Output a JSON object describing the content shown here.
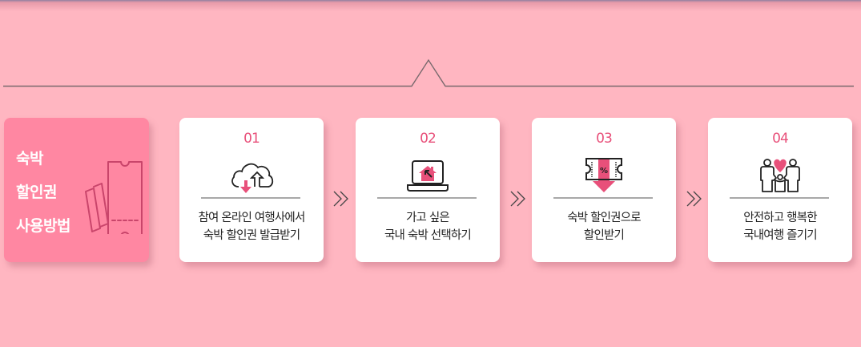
{
  "colors": {
    "background": "#ffb6c1",
    "intro_card": "#ff87a2",
    "accent": "#e8507a",
    "card": "#ffffff",
    "rule": "#a8a8a8",
    "divider": "#7a6a6e"
  },
  "intro": {
    "title_lines": [
      "숙박",
      "할인권",
      "사용방법"
    ],
    "icon": "ticket-icon"
  },
  "steps": [
    {
      "number": "01",
      "icon": "cloud-download-icon",
      "lines": [
        "참여 온라인 여행사에서",
        "숙박 할인권 발급받기"
      ]
    },
    {
      "number": "02",
      "icon": "laptop-house-icon",
      "lines": [
        "가고 싶은",
        "국내 숙박 선택하기"
      ]
    },
    {
      "number": "03",
      "icon": "coupon-discount-icon",
      "lines": [
        "숙박 할인권으로",
        "할인받기"
      ]
    },
    {
      "number": "04",
      "icon": "family-heart-icon",
      "lines": [
        "안전하고 행복한",
        "국내여행 즐기기"
      ]
    }
  ],
  "separators": [
    "double-chevron-right-icon",
    "double-chevron-right-icon",
    "double-chevron-right-icon"
  ]
}
